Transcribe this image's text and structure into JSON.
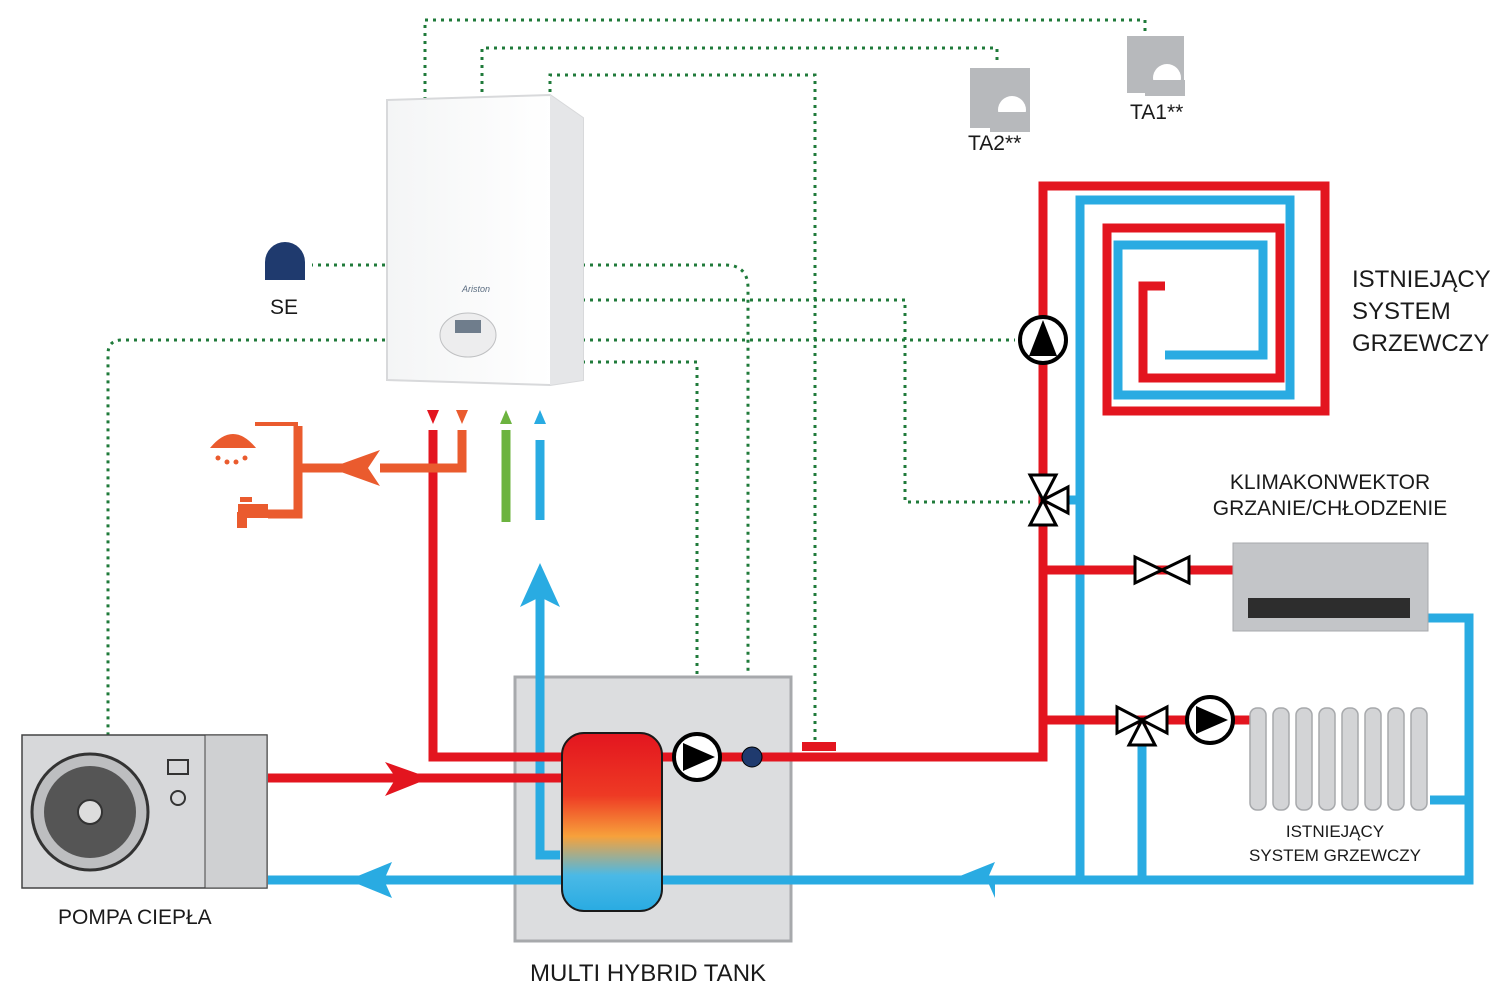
{
  "labels": {
    "se": "SE",
    "ta2": "TA2**",
    "ta1": "TA1**",
    "istniejacy_system": [
      "ISTNIEJĄCY",
      "SYSTEM",
      "GRZEWCZY"
    ],
    "klimakonwektor": [
      "KLIMAKONWEKTOR",
      "GRZANIE/CHŁODZENIE"
    ],
    "radiator_system": [
      "ISTNIEJĄCY",
      "SYSTEM GRZEWCZY"
    ],
    "pompa_ciepla": "POMPA CIEPŁA",
    "multi_hybrid_tank": "MULTI HYBRID TANK"
  },
  "colors": {
    "hot_supply": "#e3151f",
    "cold_return": "#29abe2",
    "domestic_hot_water": "#ea5b2e",
    "gas": "#6cb33f",
    "control_wiring": "#1f7a3a",
    "sensor_blue": "#1f3a6e",
    "unit_grey": "#b7b9bc",
    "tank_box": "#dcdddf"
  },
  "icons": [
    "boiler-icon",
    "outdoor-sensor-icon",
    "room-thermostat-icon",
    "shower-icon",
    "tap-icon",
    "circulator-pump-icon",
    "three-way-valve-icon",
    "two-way-valve-icon",
    "fan-coil-icon",
    "radiator-icon",
    "heat-pump-icon",
    "buffer-tank-icon"
  ]
}
